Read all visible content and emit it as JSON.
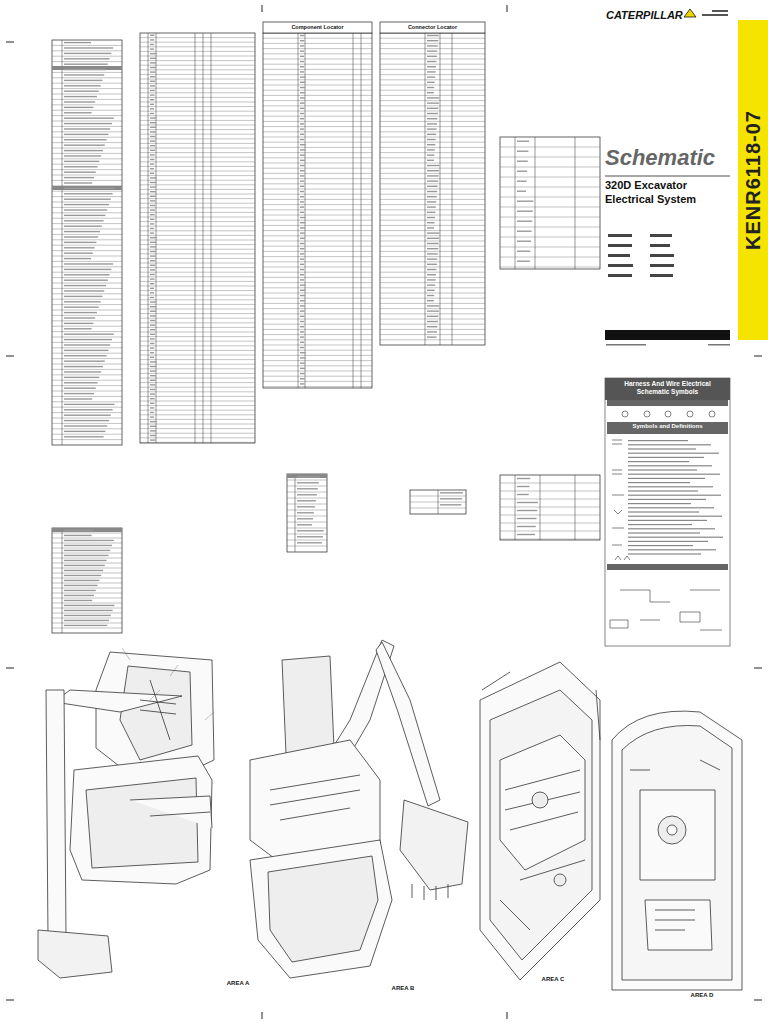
{
  "diagram": {
    "nodes": [
      {
        "text": [
          "KENR6118-07"
        ]
      },
      {
        "text": [
          "Schematic",
          "320D Excavator Electrical System"
        ]
      },
      {
        "text": [
          "Harness And Wire Electrical Schematic Symbols"
        ]
      },
      {
        "text": [
          "Symbols and Definitions"
        ],
        "in": 2
      }
    ],
    "labels": [
      "CATERPILLAR",
      "Component Locator",
      "Connector Locator",
      "AREA A",
      "AREA B",
      "AREA C",
      "AREA D"
    ]
  }
}
